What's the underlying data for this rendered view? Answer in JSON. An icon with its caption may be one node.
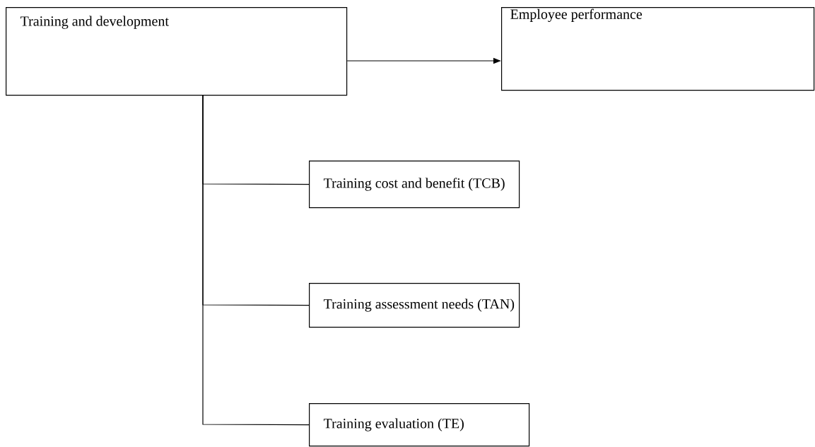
{
  "diagram": {
    "nodes": [
      {
        "text": [
          "Training and development"
        ]
      },
      {
        "text": [
          "Employee performance"
        ]
      },
      {
        "text": [
          "Training cost and benefit (TCB)"
        ]
      },
      {
        "text": [
          "Training assessment needs (TAN)"
        ]
      },
      {
        "text": [
          "Training evaluation (TE)"
        ]
      }
    ],
    "edges": [
      {
        "from": 0,
        "to": 1,
        "arrow": "to"
      },
      {
        "from": 0,
        "to": 2,
        "arrow": "none"
      },
      {
        "from": 0,
        "to": 3,
        "arrow": "none"
      },
      {
        "from": 0,
        "to": 4,
        "arrow": "none"
      }
    ]
  }
}
